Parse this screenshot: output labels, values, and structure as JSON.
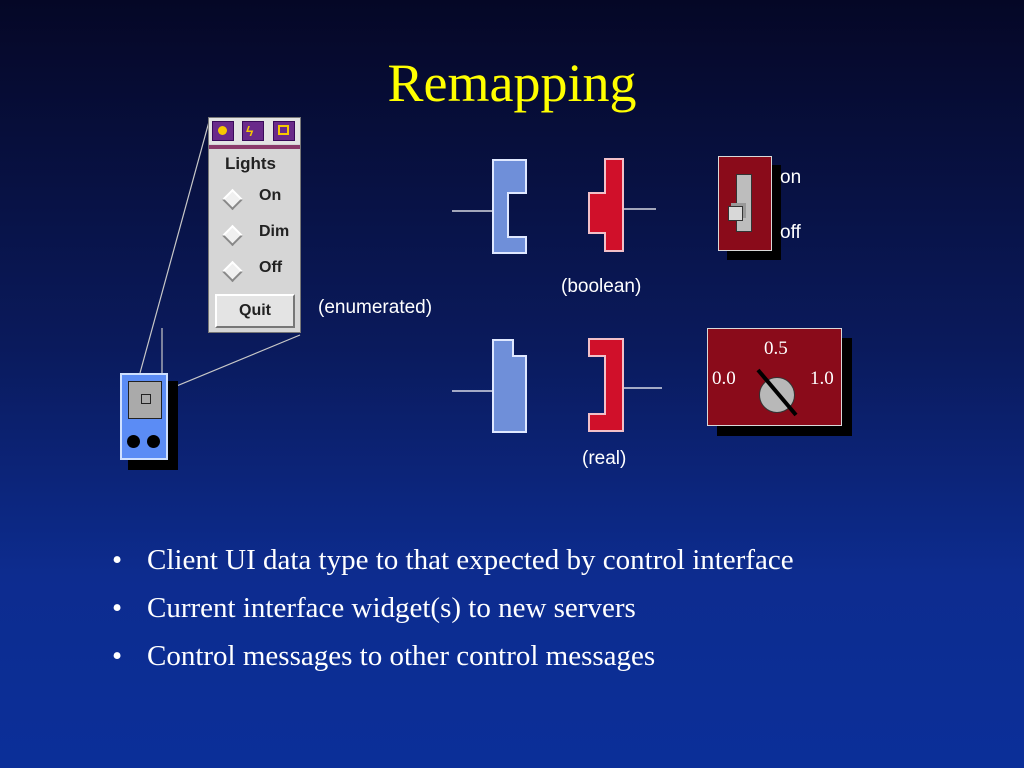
{
  "slide": {
    "title": "Remapping"
  },
  "lights_panel": {
    "heading": "Lights",
    "options": [
      "On",
      "Dim",
      "Off"
    ],
    "quit_label": "Quit",
    "toolbar_icons": [
      "radio-select-icon",
      "lightning-icon",
      "window-icon"
    ]
  },
  "diagram": {
    "enumerated_label": "(enumerated)",
    "boolean_label": "(boolean)",
    "real_label": "(real)"
  },
  "switch_widget": {
    "on_label": "on",
    "off_label": "off"
  },
  "dial_widget": {
    "min_label": "0.0",
    "mid_label": "0.5",
    "max_label": "1.0"
  },
  "bullets": [
    "Client UI data type to that expected by control interface",
    "Current interface widget(s) to new servers",
    "Control messages to other control messages"
  ],
  "bullet_symbol": "•",
  "colors": {
    "title": "#ffff00",
    "client_connector": "#7ea0e8",
    "server_connector": "#d0102a",
    "widget_fill": "#8a0b1a",
    "device_fill": "#5b8cf5"
  }
}
